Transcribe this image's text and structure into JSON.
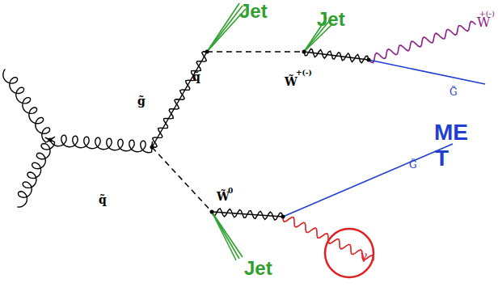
{
  "diagram": {
    "labels": [
      "Jet",
      "Jet",
      "W",
      "+(-)",
      "g̃",
      "q̃",
      "W̃",
      "+(-)",
      "G̃",
      "ME",
      "T",
      "q̃",
      "W̃",
      "0",
      "G̃",
      "Jet",
      "γ"
    ]
  }
}
